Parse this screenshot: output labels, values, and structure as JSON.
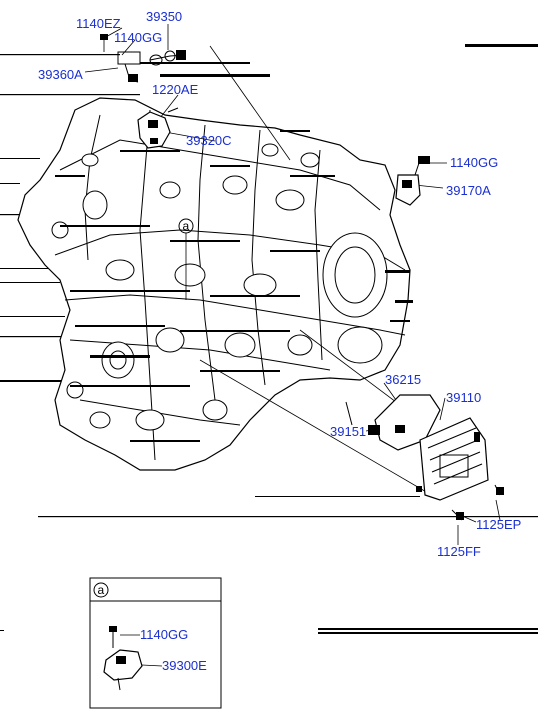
{
  "callouts": {
    "c_1140EZ": "1140EZ",
    "c_39350": "39350",
    "c_1140GG_top": "1140GG",
    "c_39360A": "39360A",
    "c_1220AE": "1220AE",
    "c_39320C": "39320C",
    "c_1140GG_right": "1140GG",
    "c_39170A": "39170A",
    "c_36215": "36215",
    "c_39110": "39110",
    "c_39151": "39151",
    "c_1125EP": "1125EP",
    "c_1125FF": "1125FF"
  },
  "detail_a": {
    "marker": "a",
    "label_bolt": "1140GG",
    "label_sensor": "39300E"
  },
  "main_marker": "a",
  "colors": {
    "callout_text": "#1a2fd0",
    "line_art": "#000000",
    "background": "#ffffff"
  }
}
